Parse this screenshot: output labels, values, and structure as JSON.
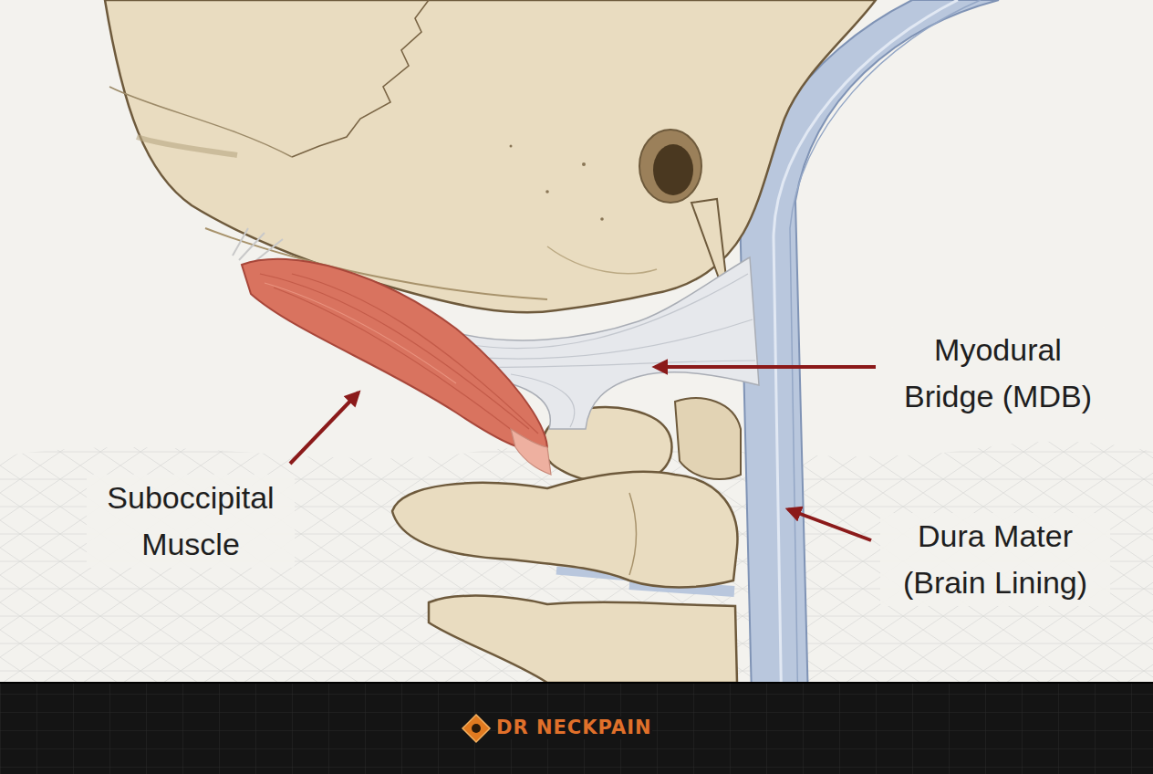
{
  "diagram": {
    "labels": [
      "Suboccipital Muscle",
      "Myodural Bridge (MDB)",
      "Dura Mater (Brain Lining)",
      "DR NECKPAIN"
    ]
  }
}
